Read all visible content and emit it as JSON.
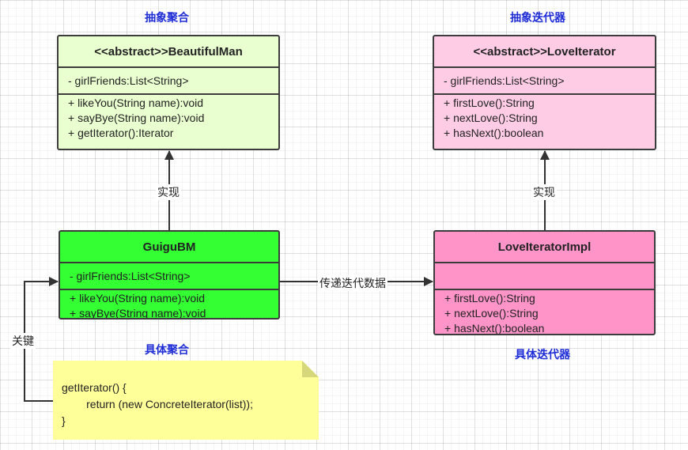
{
  "captions": {
    "abstract_aggregate": "抽象聚合",
    "abstract_iterator": "抽象迭代器",
    "concrete_aggregate": "具体聚合",
    "concrete_iterator": "具体迭代器"
  },
  "classes": {
    "beautiful_man": {
      "name": "<<abstract>>BeautifulMan",
      "attrs": [
        "- girlFriends:List<String>"
      ],
      "ops": [
        "+ likeYou(String name):void",
        "+ sayBye(String name):void",
        "+ getIterator():Iterator"
      ],
      "fill": "#e9ffcf"
    },
    "love_iterator": {
      "name": "<<abstract>>LoveIterator",
      "attrs": [
        "- girlFriends:List<String>"
      ],
      "ops": [
        "+ firstLove():String",
        "+ nextLove():String",
        "+ hasNext():boolean"
      ],
      "fill": "#ffcce6"
    },
    "guigu_bm": {
      "name": "GuiguBM",
      "attrs": [
        "- girlFriends:List<String>"
      ],
      "ops": [
        "+ likeYou(String name):void",
        "+ sayBye(String name):void"
      ],
      "fill": "#33ff33"
    },
    "love_iterator_impl": {
      "name": "LoveIteratorImpl",
      "attrs": [],
      "ops": [
        "+ firstLove():String",
        "+ nextLove():String",
        "+ hasNext():boolean"
      ],
      "fill": "#ff94c8"
    }
  },
  "edges": {
    "implements_left": "实现",
    "implements_right": "实现",
    "passes_data": "传递迭代数据",
    "key": "关键"
  },
  "note": {
    "lines": [
      "getIterator() {",
      "        return (new ConcreteIterator(list));",
      "}"
    ],
    "fill": "#ffff99"
  },
  "colors": {
    "caption": "#1f2dd6",
    "border": "#3c3c3c"
  }
}
